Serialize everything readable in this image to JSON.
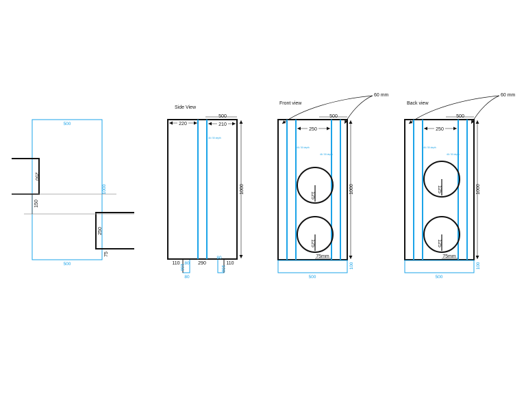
{
  "colors": {
    "outline": "#111111",
    "blue": "#1aa3e8",
    "guide": "#999999"
  },
  "plan_view": {
    "top_width": "500",
    "bottom_width": "500",
    "height": "1000",
    "opening_top": "250",
    "gap": "150",
    "opening_bottom": "250",
    "bottom_offset": "75"
  },
  "side_view": {
    "title": "Side View",
    "width": "500",
    "left_section": "220",
    "right_section": "210",
    "height": "1000",
    "note": "46 / 50 depth",
    "bottom_labels": {
      "a": "110",
      "b": "80",
      "c": "290",
      "d": "80",
      "e": "110"
    },
    "foot_depth_left": "100",
    "foot_depth_right": "100",
    "foot_width": "80"
  },
  "front_view": {
    "title": "Front view",
    "width": "500",
    "inner_width": "250",
    "height": "1000",
    "callout": "60 mm",
    "note_left": "46 / 50 depth",
    "note_right": "46 / 50 depth",
    "hole_top_radius": "125",
    "hole_bottom_radius": "125",
    "hole_offset": "75mm",
    "base_width": "500",
    "base_height": "100"
  },
  "back_view": {
    "title": "Back view",
    "width": "500",
    "inner_width": "250",
    "height": "1000",
    "callout": "60 mm",
    "note_left": "46 / 50 depth",
    "note_right": "46 / 50 depth",
    "hole_top_radius": "125",
    "hole_bottom_radius": "125",
    "hole_offset": "75mm",
    "base_width": "500",
    "base_height": "100"
  }
}
